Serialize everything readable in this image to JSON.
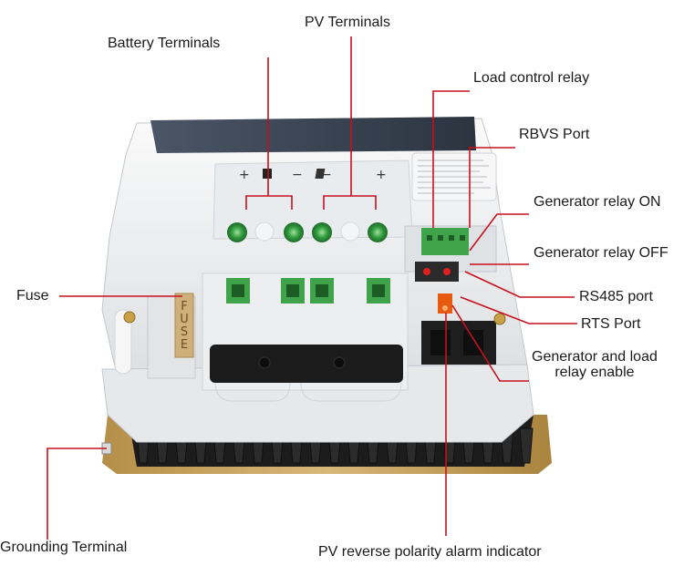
{
  "callouts": {
    "battery_terminals": "Battery Terminals",
    "pv_terminals": "PV Terminals",
    "load_control_relay": "Load control relay",
    "rbvs_port": "RBVS Port",
    "generator_relay_on": "Generator relay ON",
    "generator_relay_off": "Generator relay OFF",
    "rs485_port": "RS485 port",
    "rts_port": "RTS Port",
    "generator_and_load_relay_enable": "Generator and load\nrelay enable",
    "fuse": "Fuse",
    "grounding_terminal": "Grounding Terminal",
    "pv_reverse_polarity_alarm_indicator": "PV reverse polarity alarm indicator"
  },
  "device": {
    "terminal_marks": [
      "+",
      "−",
      "−",
      "+"
    ],
    "fuse_text": "FUSE"
  },
  "colors": {
    "leader_line": "#c8101e",
    "terminal_green": "#2f9a3c",
    "enclosure": "#f1f2f3",
    "heatsink": "#222222",
    "base_plate": "#c9a25a"
  }
}
